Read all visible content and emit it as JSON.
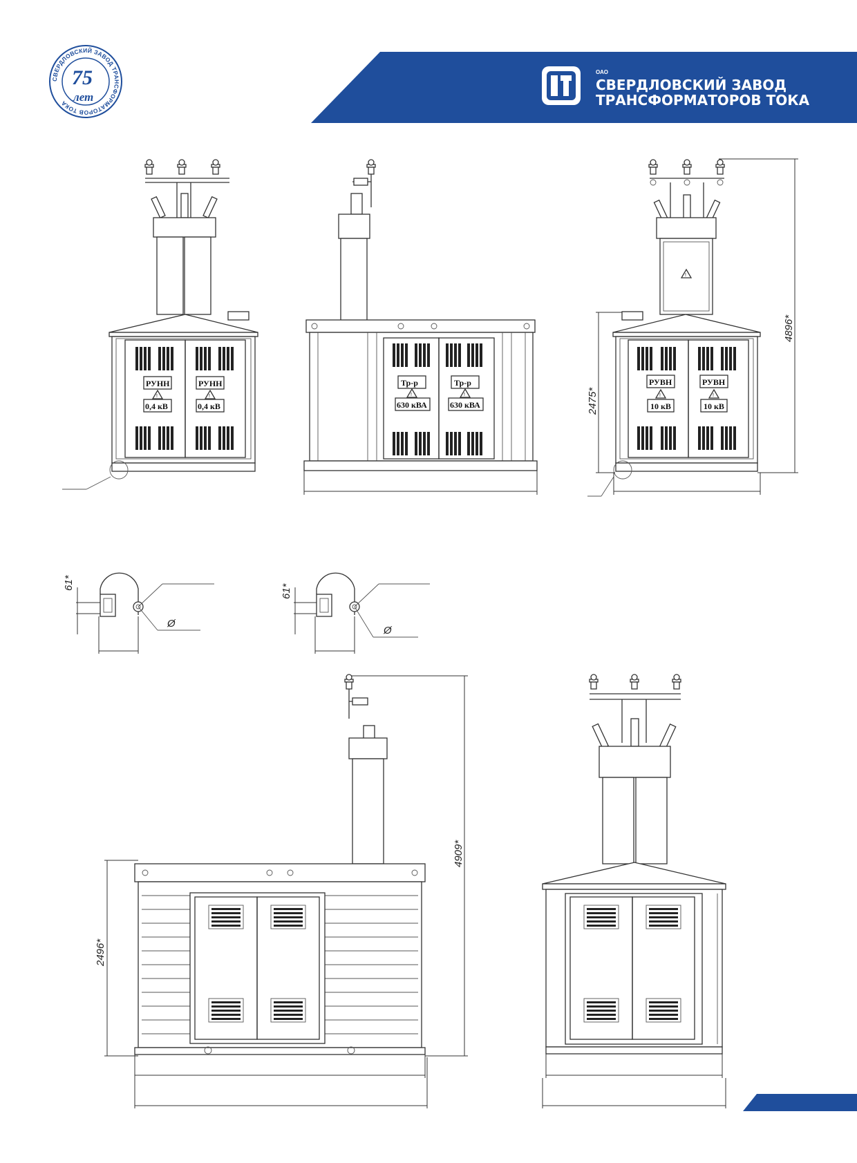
{
  "header": {
    "company_form": "ОАО",
    "company_line1": "СВЕРДЛОВСКИЙ ЗАВОД",
    "company_line2": "ТРАНСФОРМАТОРОВ ТОКА",
    "brand_color": "#1f4e9c"
  },
  "anniversary_seal": {
    "number": "75",
    "word": "лет",
    "ring_text": "СВЕРДЛОВСКИЙ ЗАВОД ТРАНСФОРМАТОРОВ ТОКА"
  },
  "view_front_lv": {
    "door_left_label": "РУНН",
    "door_right_label": "РУНН",
    "door_left_voltage": "0,4 кВ",
    "door_right_voltage": "0,4 кВ"
  },
  "view_side_transformer": {
    "door_left_label": "Тр-р",
    "door_right_label": "Тр-р",
    "door_left_power": "630 кВА",
    "door_right_power": "630 кВА"
  },
  "view_rear_hv": {
    "door_left_label": "РУВН",
    "door_right_label": "РУВН",
    "door_left_voltage": "10 кВ",
    "door_right_voltage": "10 кВ",
    "height_total": "4896*",
    "height_body": "2475*"
  },
  "details": {
    "detail_a_dim": "61*",
    "detail_b_dim": "61*",
    "detail_a_symbol": "Ø",
    "detail_b_symbol": "Ø"
  },
  "view_side_bottom": {
    "height_total": "4909*",
    "height_body": "2496*"
  }
}
